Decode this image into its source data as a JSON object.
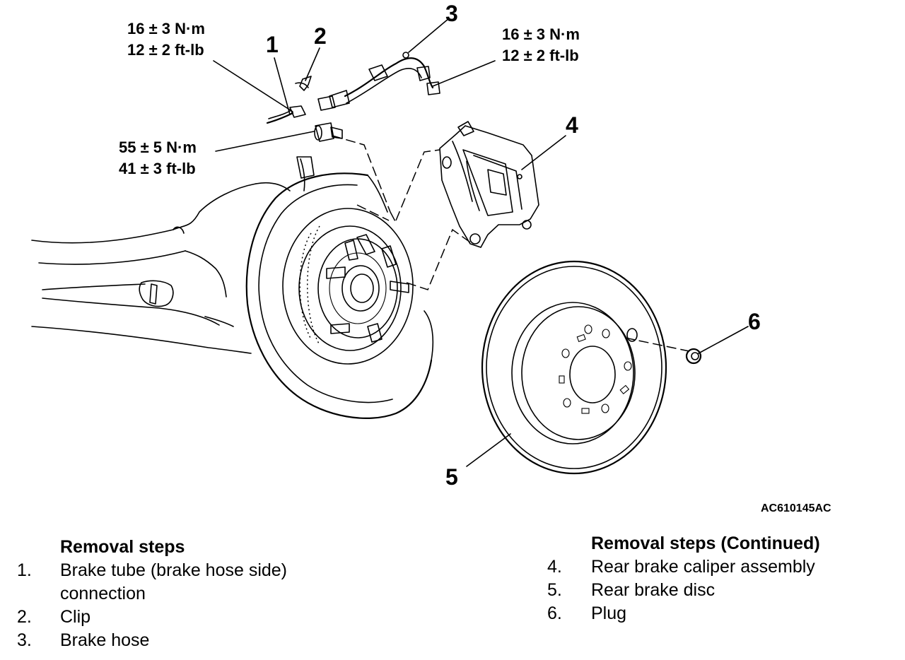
{
  "figure_code": "AC610145AC",
  "callouts": [
    "1",
    "2",
    "3",
    "4",
    "5",
    "6"
  ],
  "torques": {
    "brake_tube": [
      "16 ± 3 N·m",
      "12 ± 2 ft-lb"
    ],
    "brake_hose_end": [
      "16 ± 3 N·m",
      "12 ± 2 ft-lb"
    ],
    "caliper_bolt": [
      "55 ± 5 N·m",
      "41 ± 3 ft-lb"
    ]
  },
  "left_steps": {
    "heading": "Removal steps",
    "items": [
      {
        "num": "1.",
        "lines": [
          "Brake tube (brake hose side)",
          "connection"
        ]
      },
      {
        "num": "2.",
        "lines": [
          "Clip"
        ]
      },
      {
        "num": "3.",
        "lines": [
          "Brake hose"
        ]
      }
    ]
  },
  "right_steps": {
    "heading": "Removal steps (Continued)",
    "items": [
      {
        "num": "4.",
        "lines": [
          "Rear brake caliper assembly"
        ]
      },
      {
        "num": "5.",
        "lines": [
          "Rear brake disc"
        ]
      },
      {
        "num": "6.",
        "lines": [
          "Plug"
        ]
      }
    ]
  }
}
